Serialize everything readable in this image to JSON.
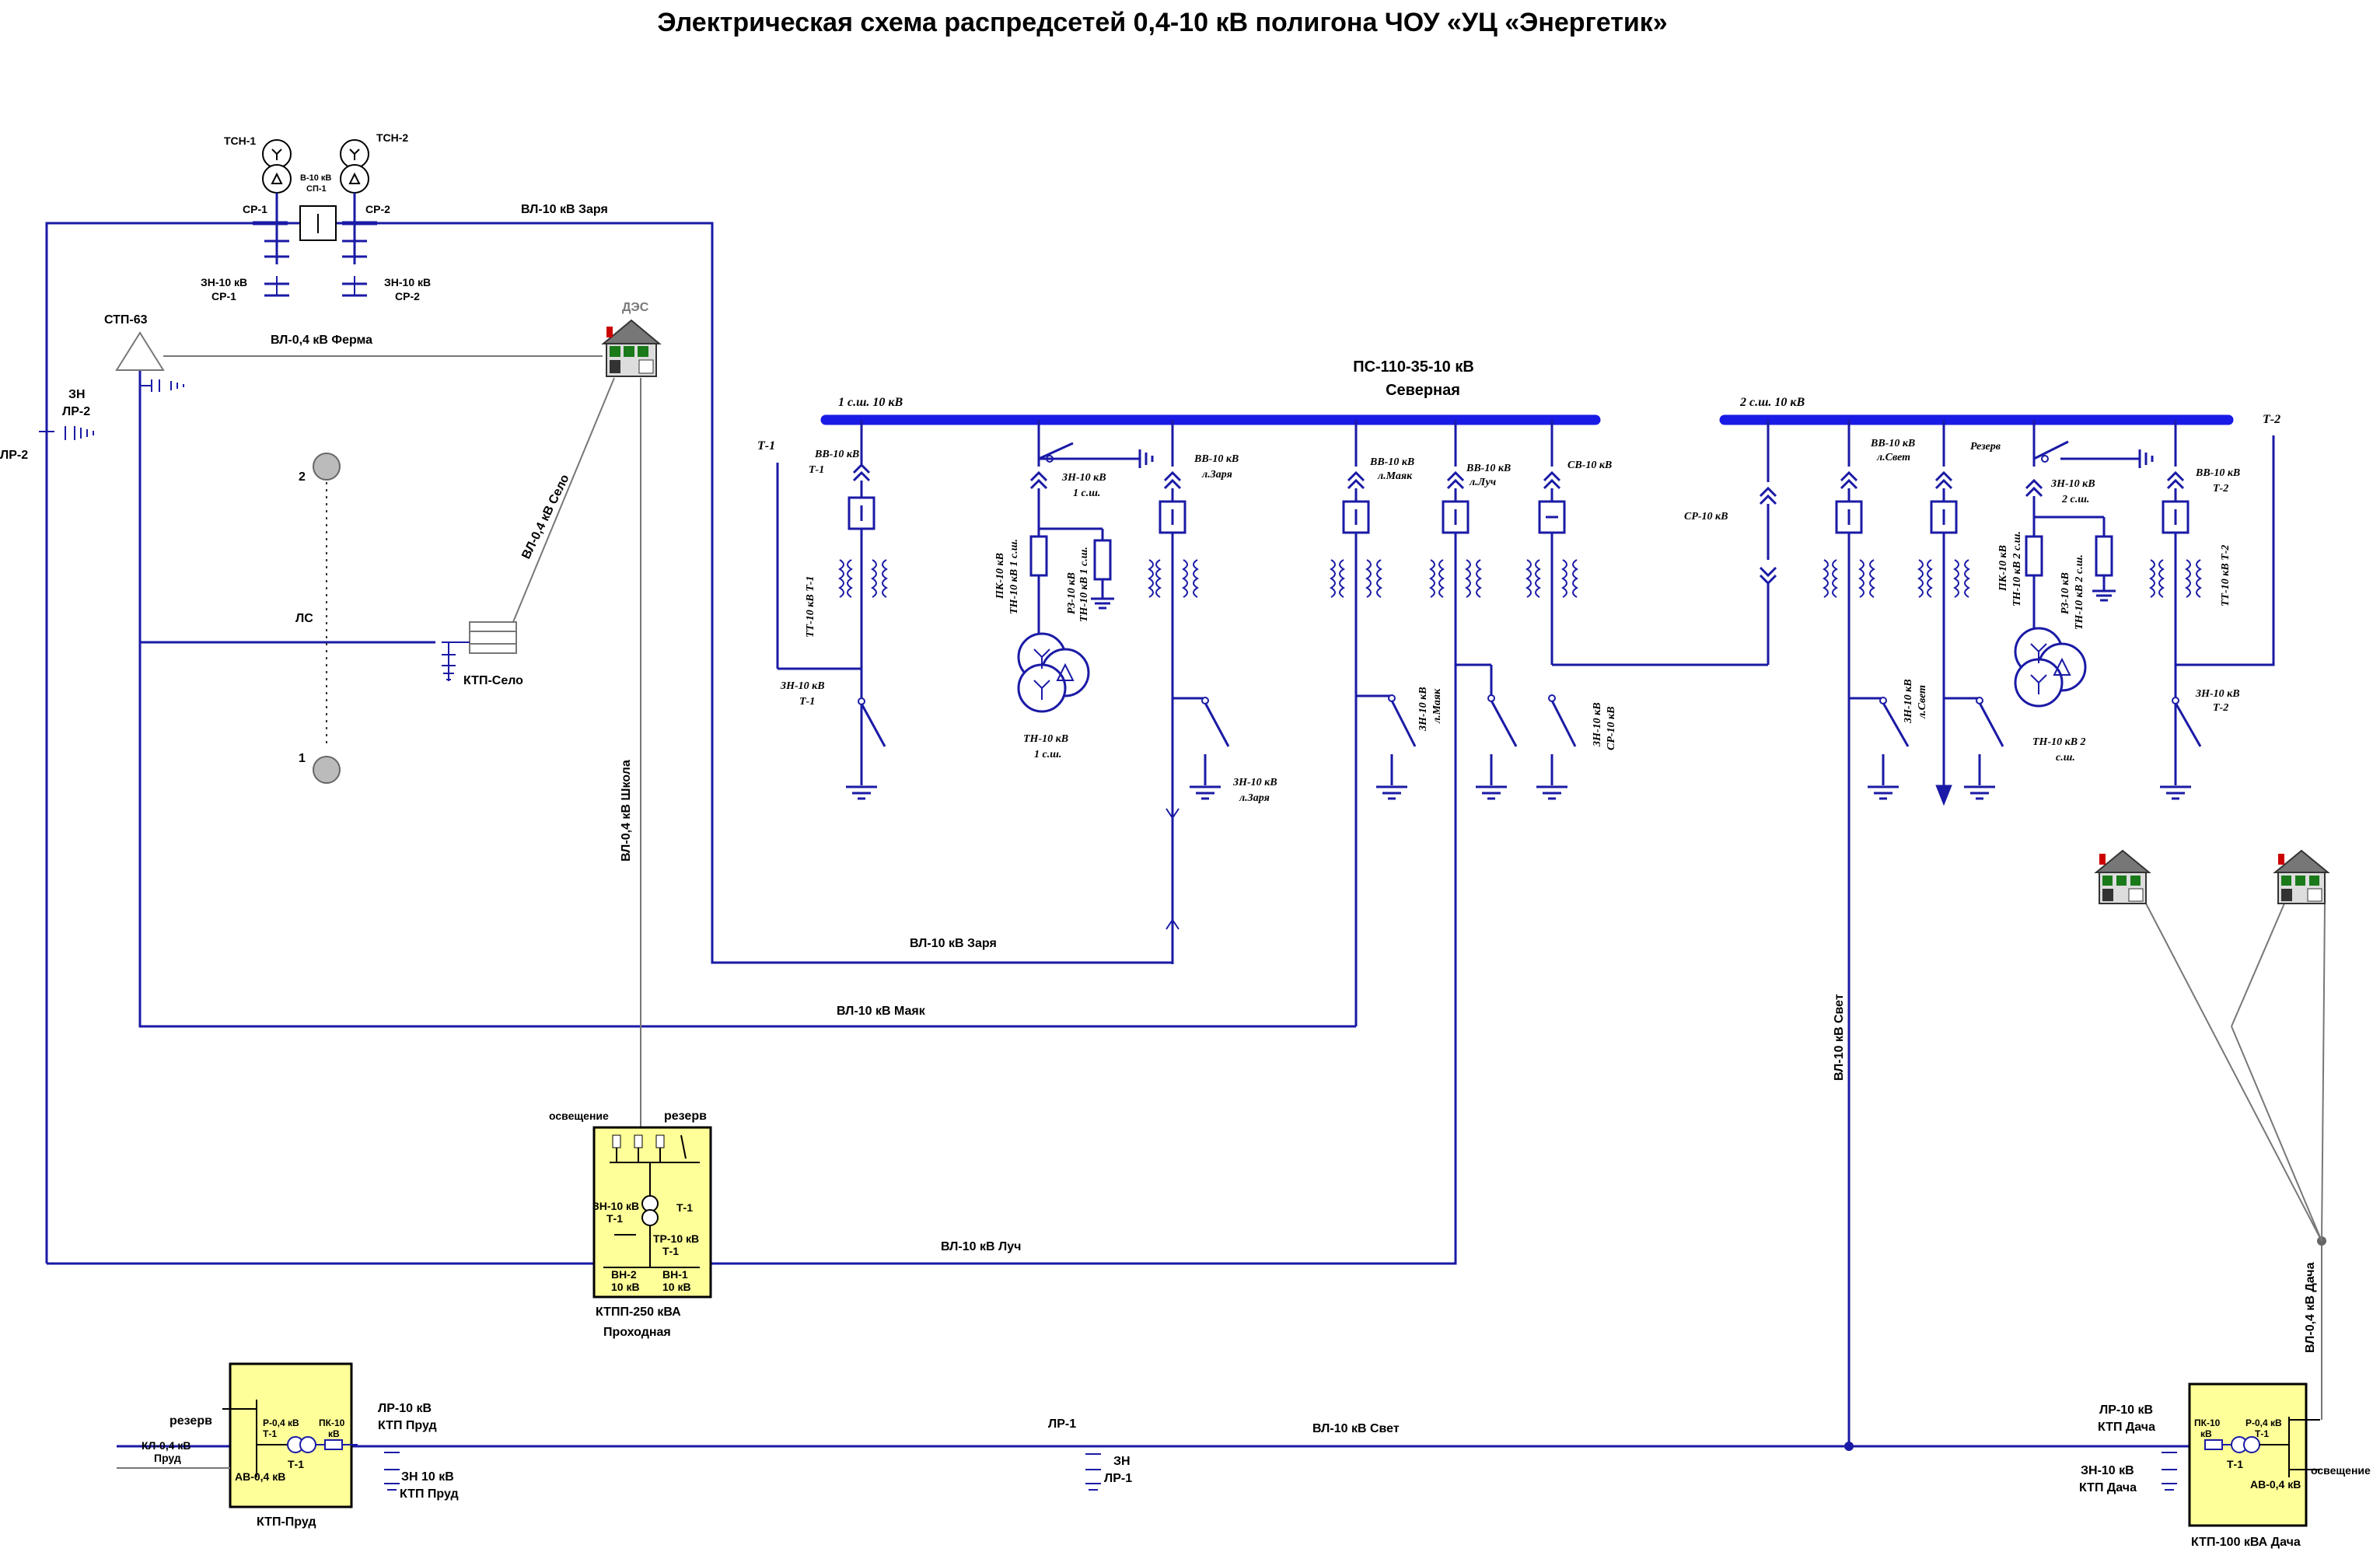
{
  "title": "Электрическая схема  распредсетей 0,4-10 кВ полигона ЧОУ «УЦ «Энергетик»",
  "substation": {
    "name": "ПС-110-35-10 кВ",
    "subtitle": "Северная",
    "bus1_label": "1 с.ш. 10 кВ",
    "bus2_label": "2 с.ш. 10 кВ",
    "t1_label": "Т-1",
    "t2_label": "Т-2",
    "bus1_color": "#1a1ae6"
  },
  "bays": {
    "vv_t1": "ВВ-10 кВ",
    "vv_t1_sub": "Т-1",
    "tt_t1": "ТТ-10 кВ Т-1",
    "zn_t1": "ЗН-10 кВ",
    "zn_t1_sub": "Т-1",
    "zn_1sh": "ЗН-10 кВ",
    "zn_1sh_sub": "1 с.ш.",
    "pk_1": "ПК-10 кВ",
    "pk_1_sub": "ТН-10 кВ 1 с.ш.",
    "rz_1": "РЗ-10 кВ",
    "rz_1_sub": "ТН-10 кВ 1 с.ш.",
    "tn_1": "ТН-10 кВ",
    "tn_1_sub": "1 с.ш.",
    "vv_zarya": "ВВ-10 кВ",
    "vv_zarya_sub": "л.Заря",
    "zn_zarya": "ЗН-10 кВ",
    "zn_zarya_sub": "л.Заря",
    "vv_mayak": "ВВ-10 кВ",
    "vv_mayak_sub": "л.Маяк",
    "zn_mayak": "ЗН-10 кВ",
    "zn_mayak_sub": "л.Маяк",
    "vv_luch": "ВВ-10 кВ",
    "vv_luch_sub": "л.Луч",
    "sv": "СВ-10 кВ",
    "zn_sr": "ЗН-10 кВ",
    "zn_sr_sub": "СР-10 кВ",
    "sr": "СР-10 кВ",
    "vv_svet": "ВВ-10 кВ",
    "vv_svet_sub": "л.Свет",
    "zn_svet": "ЗН-10 кВ",
    "zn_svet_sub": "л.Свет",
    "rezerv": "Резерв",
    "zn_2sh": "ЗН-10 кВ",
    "zn_2sh_sub": "2 с.ш.",
    "pk_2": "ПК-10 кВ",
    "pk_2_sub": "ТН-10 кВ 2 с.ш.",
    "rz_2": "РЗ-10 кВ",
    "rz_2_sub": "ТН-10 кВ 2 с.ш.",
    "tn_2": "ТН-10 кВ 2",
    "tn_2_sub": "с.ш.",
    "vv_t2": "ВВ-10 кВ",
    "vv_t2_sub": "Т-2",
    "tt_t2": "ТТ-10 кВ Т-2",
    "zn_t2": "ЗН-10 кВ",
    "zn_t2_sub": "Т-2"
  },
  "aux": {
    "tsn1": "ТСН-1",
    "tsn2": "ТСН-2",
    "v10": "В-10 кВ",
    "v10_sub": "СП-1",
    "sr1": "СР-1",
    "sr2": "СР-2",
    "zn_sr1": "ЗН-10 кВ",
    "zn_sr1_sub": "СР-1",
    "zn_sr2": "ЗН-10 кВ",
    "zn_sr2_sub": "СР-2"
  },
  "lines": {
    "vl_zarya_top": "ВЛ-10 кВ Заря",
    "vl_zarya_bottom": "ВЛ-10 кВ Заря",
    "vl_mayak": "ВЛ-10 кВ Маяк",
    "vl_luch": "ВЛ-10 кВ Луч",
    "vl_svet": "ВЛ-10 кВ Свет",
    "vl_svet_h": "ВЛ-10 кВ Свет",
    "vl_ferma": "ВЛ-0,4 кВ Ферма",
    "vl_selo": "ВЛ-0,4 кВ Село",
    "vl_shkola": "ВЛ-0,4 кВ Школа",
    "vl_dacha": "ВЛ-0,4 кВ Дача",
    "ls": "ЛС",
    "lr2": "ЛР-2",
    "zn_lr2": "ЗН",
    "zn_lr2_sub": "ЛР-2",
    "lr1": "ЛР-1",
    "zn_lr1": "ЗН",
    "zn_lr1_sub": "ЛР-1"
  },
  "nodes": {
    "stp63": "СТП-63",
    "des": "ДЭС",
    "ktp_selo": "КТП-Село",
    "point1": "1",
    "point2": "2"
  },
  "ktpp": {
    "name": "КТПП-250 кВА",
    "sub": "Проходная",
    "osv": "освещение",
    "rezerv": "резерв",
    "zn": "ЗН-10 кВ",
    "zn_sub": "Т-1",
    "t1": "Т-1",
    "tr": "ТР-10 кВ",
    "tr_sub": "Т-1",
    "vn2": "ВН-2",
    "vn2_sub": "10 кВ",
    "vn1": "ВН-1",
    "vn1_sub": "10 кВ"
  },
  "ktp_prud": {
    "name": "КТП-Пруд",
    "rezerv": "резерв",
    "kl": "КЛ-0,4 кВ",
    "kl_sub": "Пруд",
    "r": "Р-0,4 кВ",
    "r_sub": "Т-1",
    "pk": "ПК-10",
    "pk_sub": "кВ",
    "t1": "Т-1",
    "av": "АВ-0,4 кВ",
    "lr": "ЛР-10 кВ",
    "lr_sub": "КТП Пруд",
    "zn": "ЗН 10 кВ",
    "zn_sub": "КТП Пруд"
  },
  "ktp_dacha": {
    "name": "КТП-100 кВА Дача",
    "pk": "ПК-10",
    "pk_sub": "кВ",
    "r": "Р-0,4 кВ",
    "r_sub": "Т-1",
    "t1": "Т-1",
    "av": "АВ-0,4 кВ",
    "osv": "освещение",
    "lr": "ЛР-10 кВ",
    "lr_sub": "КТП Дача",
    "zn": "ЗН-10 кВ",
    "zn_sub": "КТП Дача"
  }
}
